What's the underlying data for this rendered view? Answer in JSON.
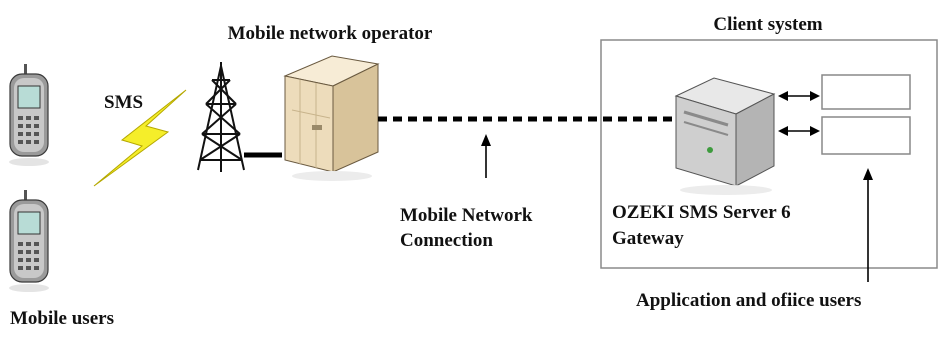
{
  "labels": {
    "mobile_users": "Mobile users",
    "sms": "SMS",
    "operator": "Mobile network operator",
    "client_system": "Client system",
    "connection_line1": "Mobile Network",
    "connection_line2": "Connection",
    "server_line1": "OZEKI SMS Server 6",
    "server_line2": "Gateway",
    "app_users": "Application and ofiice users"
  },
  "icons": {
    "phone": "mobile-phone-icon",
    "tower": "antenna-tower-icon",
    "lightning": "lightning-bolt-icon",
    "operator_server": "server-cabinet-icon",
    "client_server": "server-tower-icon"
  },
  "colors": {
    "lightning": "#f5ee2a",
    "server_body": "#efe2c8",
    "client_server_body": "#dcdcdc",
    "line": "#000000",
    "box_border": "#888888"
  }
}
